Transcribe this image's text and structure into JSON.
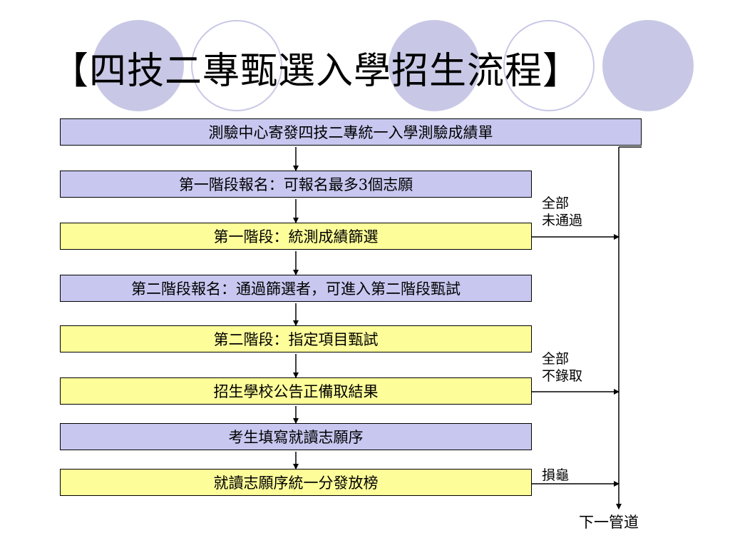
{
  "title": "【四技二專甄選入學招生流程】",
  "steps": [
    {
      "label": "測驗中心寄發四技二專統一入學測驗成績單",
      "color": "blue"
    },
    {
      "label": "第一階段報名：可報名最多3個志願",
      "color": "blue"
    },
    {
      "label": "第一階段：統測成績篩選",
      "color": "yellow"
    },
    {
      "label": "第二階段報名：通過篩選者，可進入第二階段甄試",
      "color": "blue"
    },
    {
      "label": "第二階段：指定項目甄試",
      "color": "yellow"
    },
    {
      "label": "招生學校公告正備取結果",
      "color": "yellow"
    },
    {
      "label": "考生填寫就讀志願序",
      "color": "blue"
    },
    {
      "label": "就讀志願序統一分發放榜",
      "color": "yellow"
    }
  ],
  "side_labels": {
    "fail_screening_line1": "全部",
    "fail_screening_line2": "未通過",
    "not_admitted_line1": "全部",
    "not_admitted_line2": "不錄取",
    "forfeit": "損龜"
  },
  "end_label": "下一管道",
  "colors": {
    "blue_box": "#c7c7f0",
    "yellow_box": "#fdfd9a",
    "decor_circle": "#c8c8e6"
  }
}
